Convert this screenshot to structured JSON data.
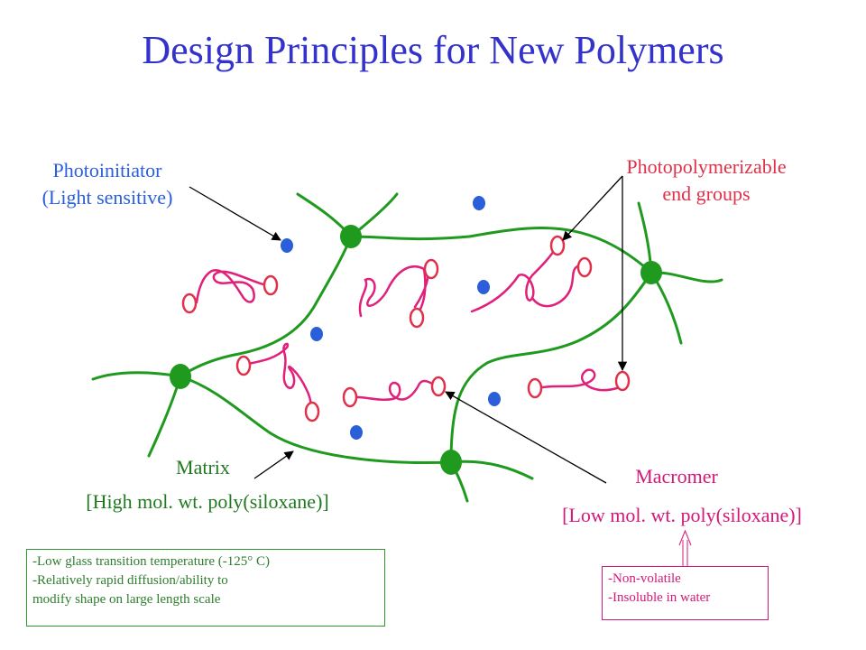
{
  "title": "Design Principles for New Polymers",
  "labels": {
    "photoinitiator_line1": "Photoinitiator",
    "photoinitiator_line2": "(Light sensitive)",
    "endgroups_line1": "Photopolymerizable",
    "endgroups_line2": "end groups",
    "matrix": "Matrix",
    "matrix_sub": "[High mol. wt. poly(siloxane)]",
    "macromer": "Macromer",
    "macromer_sub": "[Low mol. wt. poly(siloxane)]"
  },
  "matrix_properties": [
    "-Low glass transition temperature (-125° C)",
    "-Relatively rapid diffusion/ability to",
    "modify shape on large length scale"
  ],
  "macromer_properties": [
    "-Non-volatile",
    "-Insoluble in water"
  ],
  "colors": {
    "title": "#3333cc",
    "matrix": "#1f9a1f",
    "macromer": "#e0207a",
    "photoinitiator": "#2b5fd9",
    "end_groups": "#e0304a"
  }
}
